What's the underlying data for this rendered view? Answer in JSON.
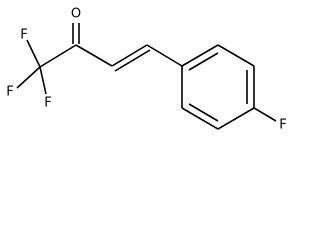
{
  "molecule": {
    "atoms": {
      "f_top": "F",
      "f_left": "F",
      "f_bottom": "F",
      "o_carbonyl": "O",
      "f_para": "F"
    },
    "colors": {
      "line": "#000000",
      "background": "#ffffff"
    }
  }
}
